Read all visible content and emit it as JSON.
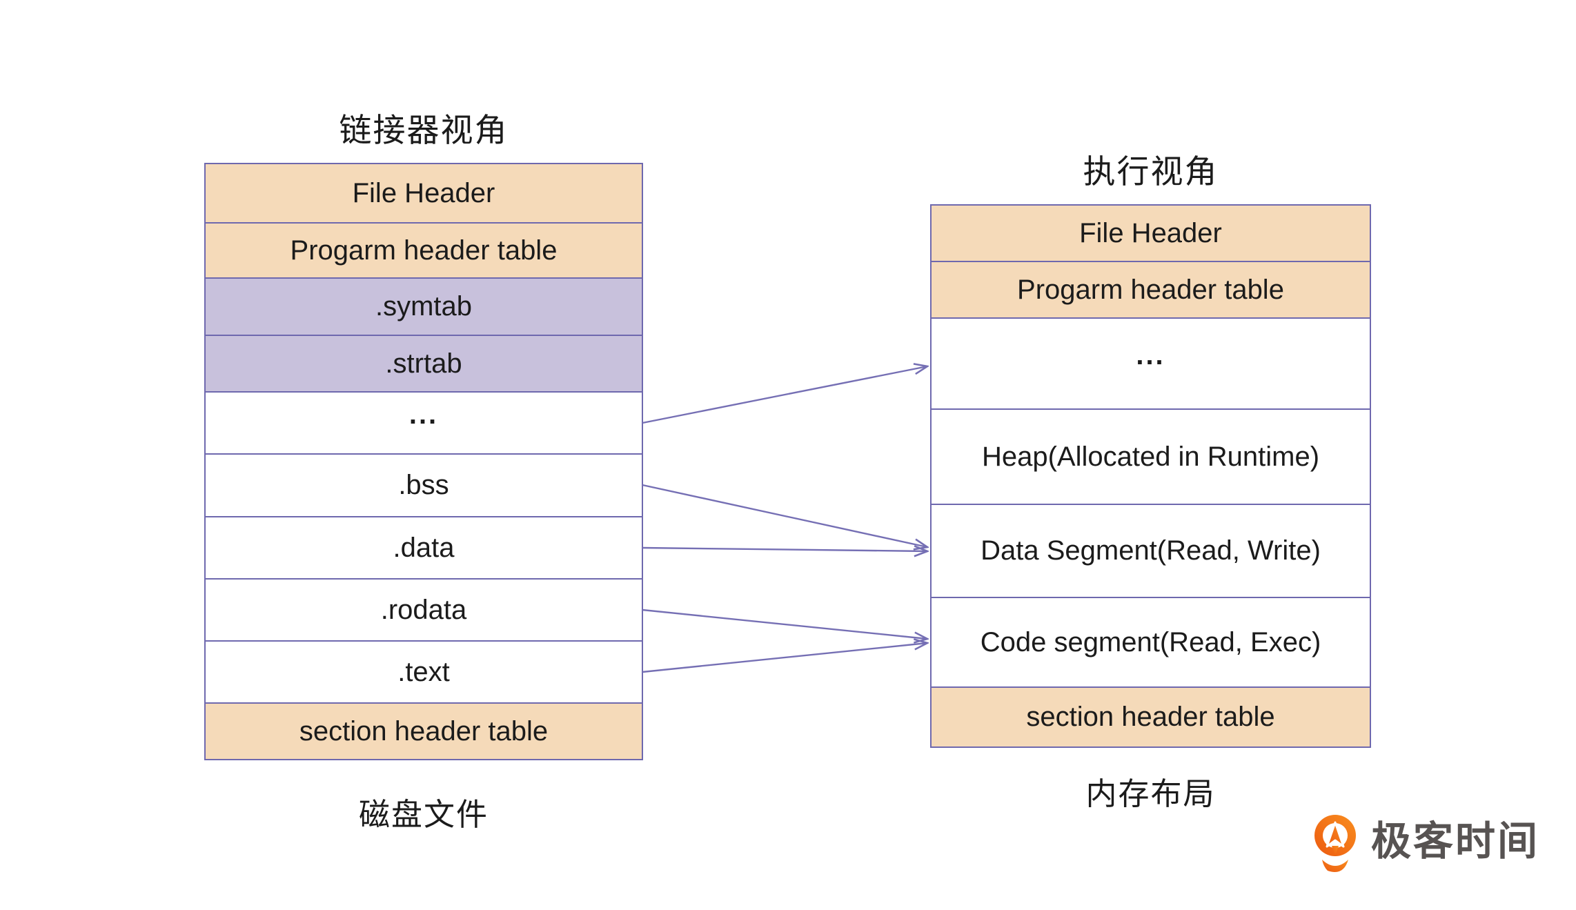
{
  "left_panel": {
    "title": "链接器视角",
    "caption": "磁盘文件",
    "rows": [
      {
        "label": "File Header",
        "type": "header"
      },
      {
        "label": "Progarm header table",
        "type": "header"
      },
      {
        "label": ".symtab",
        "type": "symbol"
      },
      {
        "label": ".strtab",
        "type": "symbol"
      },
      {
        "label": "...",
        "type": "plain"
      },
      {
        "label": ".bss",
        "type": "plain"
      },
      {
        "label": ".data",
        "type": "plain"
      },
      {
        "label": ".rodata",
        "type": "plain"
      },
      {
        "label": ".text",
        "type": "plain"
      },
      {
        "label": "section header table",
        "type": "header"
      }
    ]
  },
  "right_panel": {
    "title": "执行视角",
    "caption": "内存布局",
    "rows": [
      {
        "label": "File Header",
        "type": "header"
      },
      {
        "label": "Progarm header table",
        "type": "header"
      },
      {
        "label": "...",
        "type": "plain"
      },
      {
        "label": "Heap(Allocated in Runtime)",
        "type": "plain"
      },
      {
        "label": "Data Segment(Read, Write)",
        "type": "plain"
      },
      {
        "label": "Code segment(Read, Exec)",
        "type": "plain"
      },
      {
        "label": "section header table",
        "type": "header"
      }
    ]
  },
  "arrows": [
    {
      "from": "...",
      "to": "..."
    },
    {
      "from": ".bss",
      "to": "Data Segment(Read, Write)"
    },
    {
      "from": ".data",
      "to": "Data Segment(Read, Write)"
    },
    {
      "from": ".rodata",
      "to": "Code segment(Read, Exec)"
    },
    {
      "from": ".text",
      "to": "Code segment(Read, Exec)"
    }
  ],
  "colors": {
    "header_fill": "#F5DAB9",
    "symbol_fill": "#C8C1DC",
    "plain_fill": "#FFFFFF",
    "border": "#6E68AE",
    "arrow": "#756FB4",
    "text": "#1B1B1B",
    "logo_orange": "#F0650F",
    "logo_text": "#575352"
  },
  "logo": {
    "text": "极客时间"
  }
}
